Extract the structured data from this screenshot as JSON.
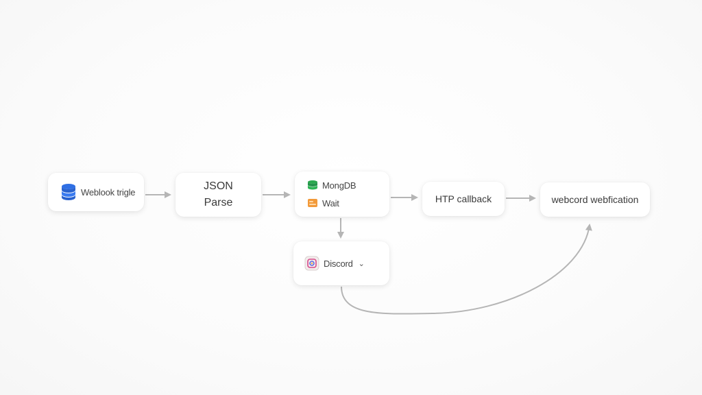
{
  "colors": {
    "database_blue": "#2f6fe4",
    "mongodb_green": "#2aa84f",
    "wait_orange": "#f29a3a",
    "connector_gray": "#b5b5b5"
  },
  "nodes": {
    "webhook": {
      "label": "Weblook trigle",
      "icon": "database-icon"
    },
    "json": {
      "line1": "JSON",
      "line2": "Parse"
    },
    "mongodb": {
      "label": "MongDB",
      "icon": "mongodb-icon"
    },
    "wait": {
      "label": "Wait",
      "icon": "wait-icon"
    },
    "http": {
      "label": "HTP callback"
    },
    "webcord": {
      "label": "webcord webfication"
    },
    "discord": {
      "label": "Discord",
      "icon": "discord-icon",
      "chevron": "⌄"
    }
  }
}
